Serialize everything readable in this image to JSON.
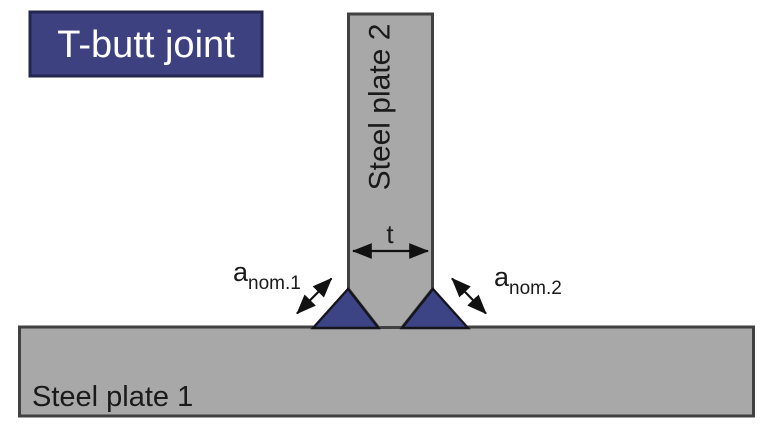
{
  "title": "T-butt joint",
  "labels": {
    "plate2": "Steel plate 2",
    "plate1": "Steel plate 1",
    "thickness": "t",
    "a1_base": "a",
    "a1_sub": "nom.1",
    "a2_base": "a",
    "a2_sub": "nom.2"
  },
  "colors": {
    "background": "#ffffff",
    "steel_fill": "#a8a8a8",
    "steel_stroke": "#414141",
    "weld_fill": "#3d4486",
    "weld_stroke": "#15151c",
    "title_bg": "#3d4180",
    "title_border": "#23264e",
    "title_text": "#ffffff",
    "line": "#111111",
    "text": "#1a1a1a"
  }
}
